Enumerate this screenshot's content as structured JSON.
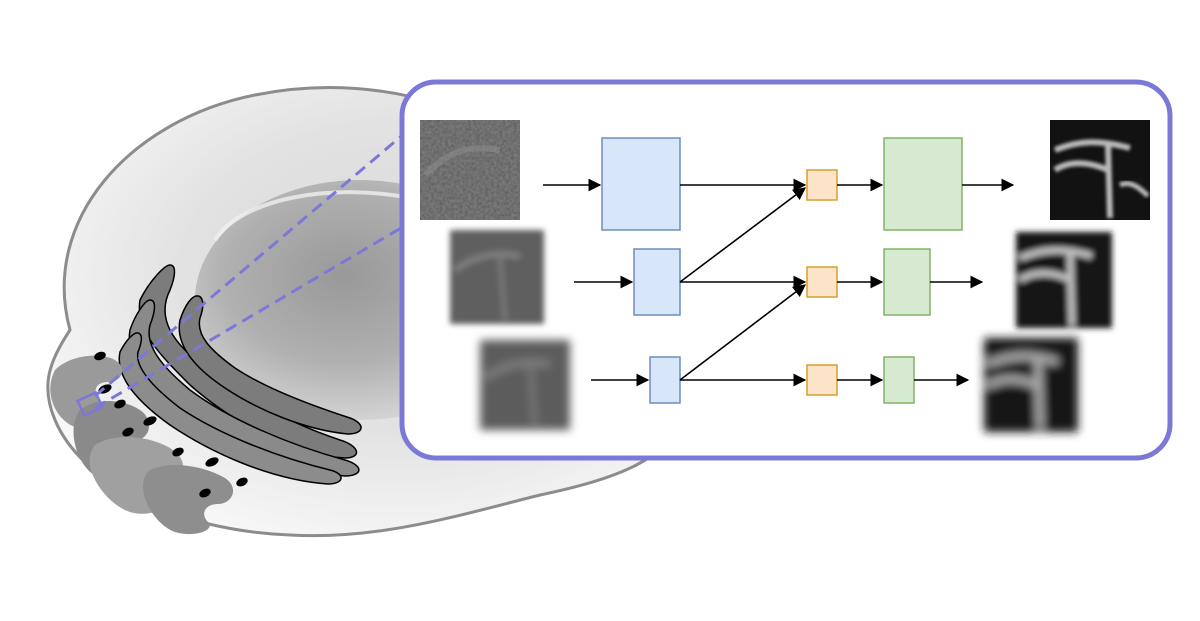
{
  "colors": {
    "inset_border": "#7b78d8",
    "zoom_lines": "#7b78d8",
    "cell_outline": "#8c8c8c",
    "encoder_fill": "#d7e6f8",
    "encoder_stroke": "#6c8ebf",
    "fusion_fill": "#fde4c8",
    "fusion_stroke": "#d6a02a",
    "decoder_fill": "#d6ead2",
    "decoder_stroke": "#82b366",
    "arrow": "#000000",
    "organelle_dark": "#7a7a7a",
    "organelle_mid": "#9a9a9a"
  },
  "icons": {
    "cell": "cell-illustration-icon",
    "golgi": "golgi-stack-icon",
    "nucleus": "nucleus-icon",
    "zoom_region": "zoom-region-icon"
  },
  "pipeline": {
    "scales": 3,
    "layers": [
      "input-image",
      "encoder-block",
      "fusion-block",
      "decoder-block",
      "output-image"
    ]
  }
}
